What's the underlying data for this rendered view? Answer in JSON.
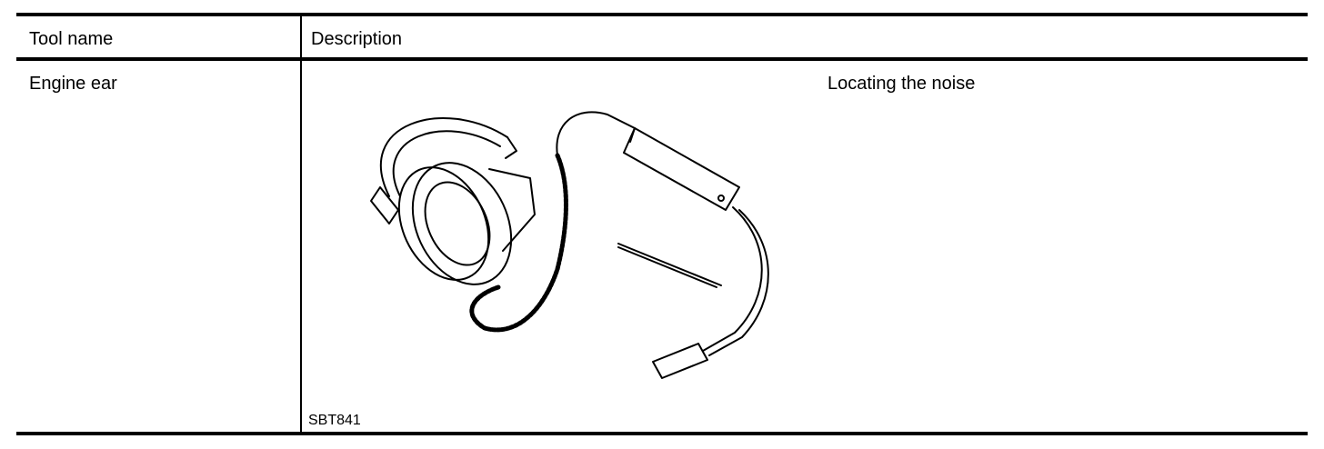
{
  "table": {
    "headers": [
      "Tool name",
      "Description"
    ],
    "rows": [
      {
        "tool_name": "Engine ear",
        "description": "Locating the noise",
        "figure_code": "SBT841",
        "figure": "headphones-with-stethoscope-probe-illustration"
      }
    ]
  }
}
